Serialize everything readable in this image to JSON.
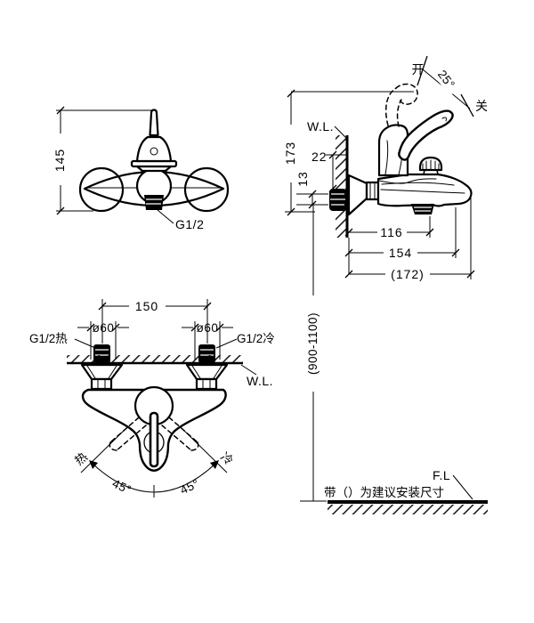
{
  "meta": {
    "background": "#ffffff",
    "line_color": "#000000",
    "drawing_type": "wall-mounted bath-shower mixer installation drawing"
  },
  "front_view": {
    "dim_height": "145",
    "outlet_thread": "G1/2"
  },
  "side_view": {
    "open_label": "开",
    "handle_angle": "25°",
    "close_label": "关",
    "wall_line_label": "W.L.",
    "dim_total_height": "173",
    "dim_body_top": "22",
    "dim_offset": "13",
    "dim_aerator": "116",
    "dim_spout": "154",
    "dim_overall": "(172)"
  },
  "top_view": {
    "dim_centers": "150",
    "dia_hot": "ø60",
    "dia_cold": "ø60",
    "hot_inlet": "G1/2热",
    "cold_inlet": "G1/2冷",
    "wall_line_label": "W.L.",
    "hot_label": "热",
    "cold_label": "冷",
    "angle_left": "45°",
    "angle_right": "45°"
  },
  "installation": {
    "mount_height": "(900-1100)",
    "floor_line_label": "F.L",
    "note": "带（）为建议安装尺寸"
  }
}
